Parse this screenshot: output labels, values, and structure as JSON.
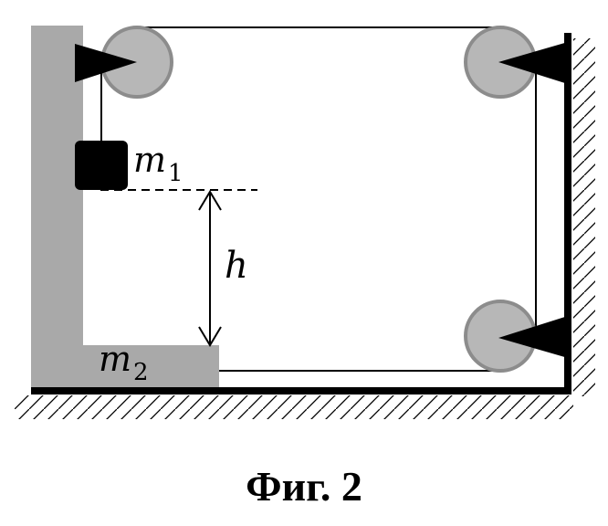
{
  "labels": {
    "mass1": "m",
    "mass1_sub": "1",
    "mass2": "m",
    "mass2_sub": "2",
    "height": "h"
  },
  "caption": "Фиг. 2",
  "colors": {
    "line": "#000000",
    "support": "#a9a9a9",
    "pulley_fill": "#b7b7b7",
    "pulley_rim": "#8c8c8c",
    "mass1_block": "#000000",
    "dashed": "#000000"
  }
}
